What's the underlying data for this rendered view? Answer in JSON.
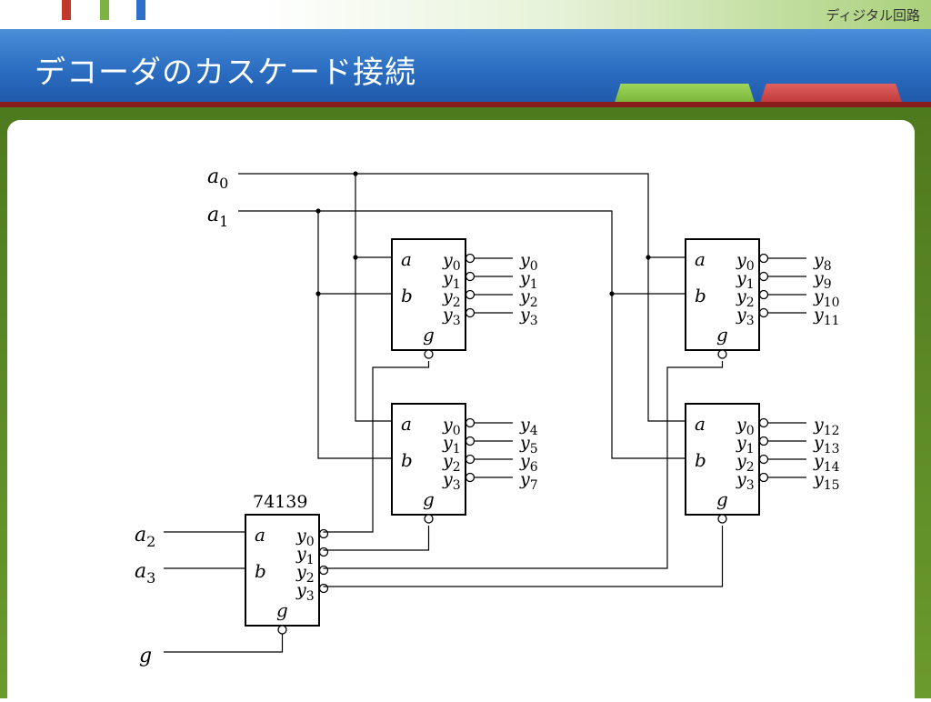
{
  "header": {
    "course_title": "ディジタル回路",
    "slide_title": "デコーダのカスケード接続"
  },
  "colors": {
    "deco_red": "#c0392b",
    "deco_green": "#7cb342",
    "deco_blue": "#2e6fc7",
    "header_blue": "#2a6cc0",
    "tab_green": "#7cbc3a",
    "tab_red": "#c83a3a",
    "frame_green": "#5a8a23"
  },
  "diagram": {
    "main_chip_label": "74139",
    "inputs": {
      "a0": {
        "base": "a",
        "sub": "0"
      },
      "a1": {
        "base": "a",
        "sub": "1"
      },
      "a2": {
        "base": "a",
        "sub": "2"
      },
      "a3": {
        "base": "a",
        "sub": "3"
      },
      "g": "g"
    },
    "pins": {
      "a": "a",
      "b": "b",
      "g": "g",
      "y": "y"
    },
    "pin_subs": [
      "0",
      "1",
      "2",
      "3"
    ],
    "outputs": [
      {
        "base": "y",
        "sub": "0"
      },
      {
        "base": "y",
        "sub": "1"
      },
      {
        "base": "y",
        "sub": "2"
      },
      {
        "base": "y",
        "sub": "3"
      },
      {
        "base": "y",
        "sub": "4"
      },
      {
        "base": "y",
        "sub": "5"
      },
      {
        "base": "y",
        "sub": "6"
      },
      {
        "base": "y",
        "sub": "7"
      },
      {
        "base": "y",
        "sub": "8"
      },
      {
        "base": "y",
        "sub": "9"
      },
      {
        "base": "y",
        "sub": "10"
      },
      {
        "base": "y",
        "sub": "11"
      },
      {
        "base": "y",
        "sub": "12"
      },
      {
        "base": "y",
        "sub": "13"
      },
      {
        "base": "y",
        "sub": "14"
      },
      {
        "base": "y",
        "sub": "15"
      }
    ]
  }
}
